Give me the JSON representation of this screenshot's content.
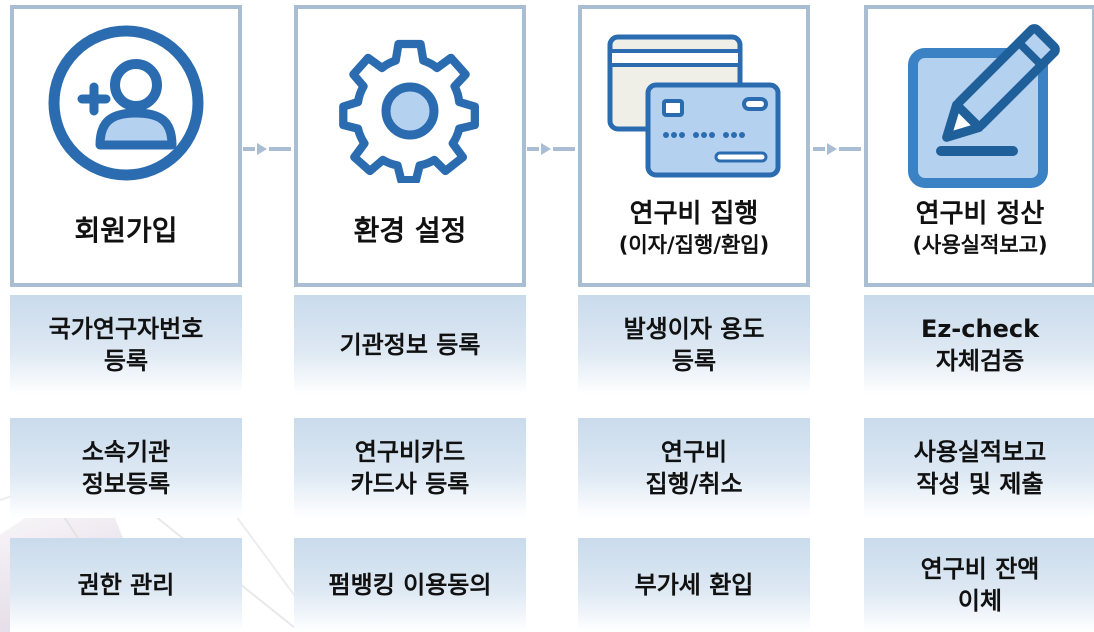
{
  "steps": [
    {
      "title": "회원가입",
      "subtitle": "",
      "icon": "add-user-icon",
      "tasks": [
        "국가연구자번호\n등록",
        "소속기관\n정보등록",
        "권한 관리"
      ]
    },
    {
      "title": "환경 설정",
      "subtitle": "",
      "icon": "gear-icon",
      "tasks": [
        "기관정보 등록",
        "연구비카드\n카드사 등록",
        "펌뱅킹 이용동의"
      ]
    },
    {
      "title": "연구비 집행",
      "subtitle": "(이자/집행/환입)",
      "icon": "credit-card-icon",
      "tasks": [
        "발생이자 용도\n등록",
        "연구비\n집행/취소",
        "부가세 환입"
      ]
    },
    {
      "title": "연구비 정산",
      "subtitle": "(사용실적보고)",
      "icon": "edit-document-icon",
      "tasks": [
        "Ez-check\n자체검증",
        "사용실적보고\n작성 및 제출",
        "연구비 잔액\n이체"
      ]
    }
  ],
  "colors": {
    "card_border": "#a9bdd3",
    "icon_blue": "#2b6cb0",
    "icon_light": "#b5d1f0",
    "arrow": "#a9bdd3",
    "task_bg": "#c9dbec"
  }
}
